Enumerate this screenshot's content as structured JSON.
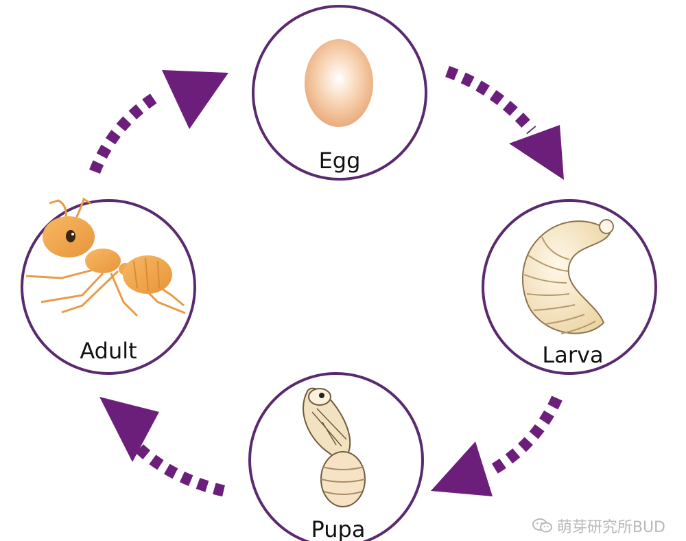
{
  "diagram": {
    "stages": [
      {
        "id": "egg",
        "label": "Egg"
      },
      {
        "id": "larva",
        "label": "Larva"
      },
      {
        "id": "pupa",
        "label": "Pupa"
      },
      {
        "id": "adult",
        "label": "Adult"
      }
    ],
    "arrow_color": "#6b1f7a",
    "circle_color": "#5a2a6e"
  },
  "watermark": {
    "text": "萌芽研究所BUD",
    "icon": "wechat-icon"
  }
}
